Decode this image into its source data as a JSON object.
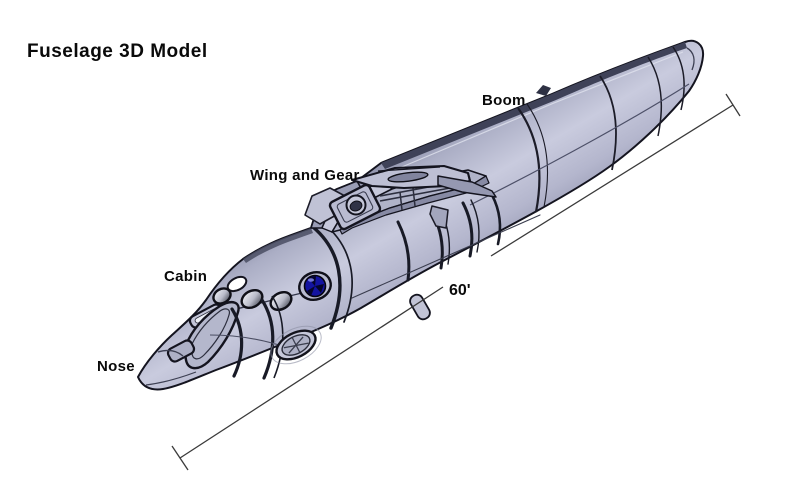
{
  "title": "Fuselage 3D Model",
  "labels": {
    "boom": "Boom",
    "wing_and_gear": "Wing and Gear",
    "cabin": "Cabin",
    "nose": "Nose"
  },
  "dimension": {
    "length_label": "60'"
  },
  "colors": {
    "background": "#ffffff",
    "body": "#b7b9cf",
    "body_highlight": "#c9cbde",
    "body_shadow": "#8f92ab",
    "top_stripe": "#3f4258",
    "outline": "#14141f",
    "window_blue": "#1313a0",
    "window_white": "#ffffff",
    "dimension_line": "#3a3a3a",
    "label_text": "#000000"
  }
}
